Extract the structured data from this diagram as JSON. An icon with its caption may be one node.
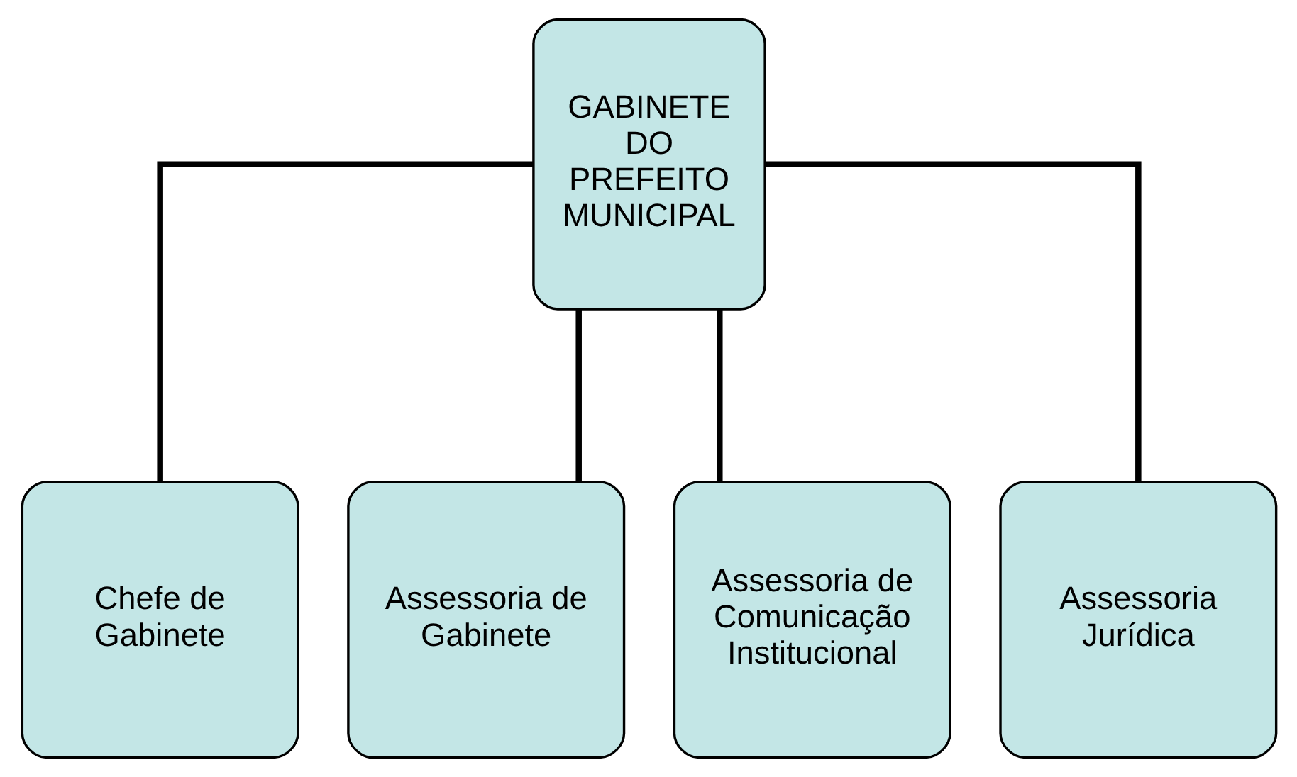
{
  "diagram": {
    "nodes": [
      {
        "text": [
          "GABINETE DO PREFEITO MUNICIPAL"
        ]
      },
      {
        "text": [
          "Chefe de Gabinete"
        ]
      },
      {
        "text": [
          "Assessoria de Gabinete"
        ]
      },
      {
        "text": [
          "Assessoria de Comunicação Institucional"
        ]
      },
      {
        "text": [
          "Assessoria Jurídica"
        ]
      }
    ],
    "edges": [
      {
        "from": 0,
        "to": 1,
        "arrow": "none"
      },
      {
        "from": 0,
        "to": 2,
        "arrow": "none"
      },
      {
        "from": 0,
        "to": 3,
        "arrow": "none"
      },
      {
        "from": 0,
        "to": 4,
        "arrow": "none"
      }
    ]
  }
}
